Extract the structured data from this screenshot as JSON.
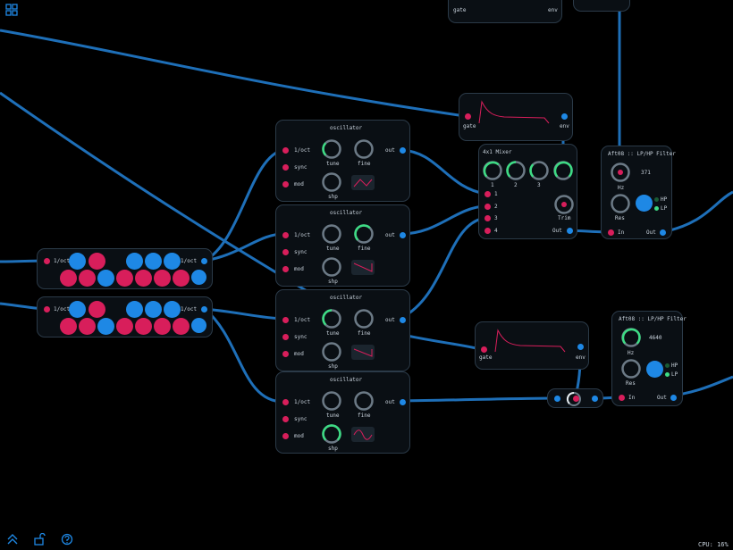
{
  "colors": {
    "accent": "#1e88e5",
    "pink": "#d81e5b",
    "green": "#3ddc84",
    "knob": "#6c7a86",
    "panel": "#0a0f14",
    "border": "#2b3a48"
  },
  "oscillators": [
    {
      "title": "oscillator",
      "in1": "1/oct",
      "sync": "sync",
      "mod": "mod",
      "out": "out",
      "tune": "tune",
      "fine": "fine",
      "shp": "shp"
    },
    {
      "title": "oscillator",
      "in1": "1/oct",
      "sync": "sync",
      "mod": "mod",
      "out": "out",
      "tune": "tune",
      "fine": "fine",
      "shp": "shp"
    },
    {
      "title": "oscillator",
      "in1": "1/oct",
      "sync": "sync",
      "mod": "mod",
      "out": "out",
      "tune": "tune",
      "fine": "fine",
      "shp": "shp"
    },
    {
      "title": "oscillator",
      "in1": "1/oct",
      "sync": "sync",
      "mod": "mod",
      "out": "out",
      "tune": "tune",
      "fine": "fine",
      "shp": "shp"
    }
  ],
  "sequencers": [
    {
      "in": "1/oct",
      "out": "1/oct"
    },
    {
      "in": "1/oct",
      "out": "1/oct"
    }
  ],
  "mixer": {
    "title": "4x1 Mixer",
    "ch1": "1",
    "ch2": "2",
    "ch3": "3",
    "in1": "1",
    "in2": "2",
    "in3": "3",
    "in4": "4",
    "trim": "Trim",
    "out": "Out"
  },
  "envelopes": [
    {
      "gate": "gate",
      "env": "env"
    },
    {
      "gate": "gate",
      "env": "env"
    },
    {
      "gate": "gate",
      "env": "env"
    }
  ],
  "filters": [
    {
      "title": "Aft08 :: LP/HP Filter",
      "value": "371",
      "hz": "Hz",
      "res": "Res",
      "hp": "HP",
      "lp": "LP",
      "in": "In",
      "out": "Out"
    },
    {
      "title": "Aft08 :: LP/HP Filter",
      "value": "4640",
      "hz": "Hz",
      "res": "Res",
      "hp": "HP",
      "lp": "LP",
      "in": "In",
      "out": "Out"
    }
  ],
  "status": {
    "cpu": "CPU: 16%"
  },
  "toolbar": {
    "grid_icon": "grid-icon",
    "collapse_icon": "chevrons-up-icon",
    "lock_icon": "unlock-icon",
    "help_icon": "help-icon"
  }
}
